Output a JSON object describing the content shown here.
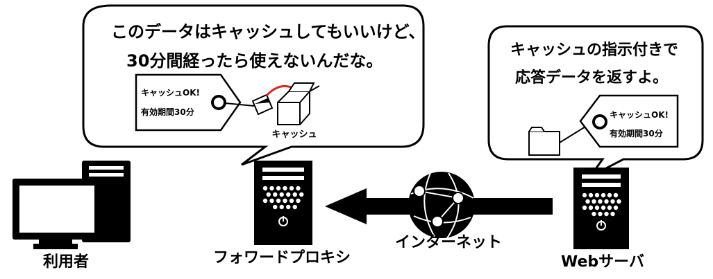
{
  "proxy_bubble": {
    "line1": "このデータはキャッシュしてもいいけど、",
    "line2": "30分間経ったら使えないんだな。",
    "tag_line1": "キャッシュOK!",
    "tag_line2": "有効期間30分",
    "cache_label": "キャッシュ"
  },
  "server_bubble": {
    "line1": "キャッシュの指示付きで",
    "line2": "応答データを返すよ。",
    "tag_line1": "キャッシュOK!",
    "tag_line2": "有効期間30分"
  },
  "nodes": {
    "user": "利用者",
    "proxy": "フォワードプロキシ",
    "internet": "インターネット",
    "server": "Webサーバ"
  },
  "icons": {
    "user_computer": "desktop-computer-icon",
    "proxy_server": "server-tower-icon",
    "web_server": "server-tower-icon",
    "internet": "globe-network-icon",
    "cache_box": "box-icon",
    "data_file": "folder-icon",
    "tag": "price-tag-icon",
    "direction": "arrow-left-icon"
  }
}
